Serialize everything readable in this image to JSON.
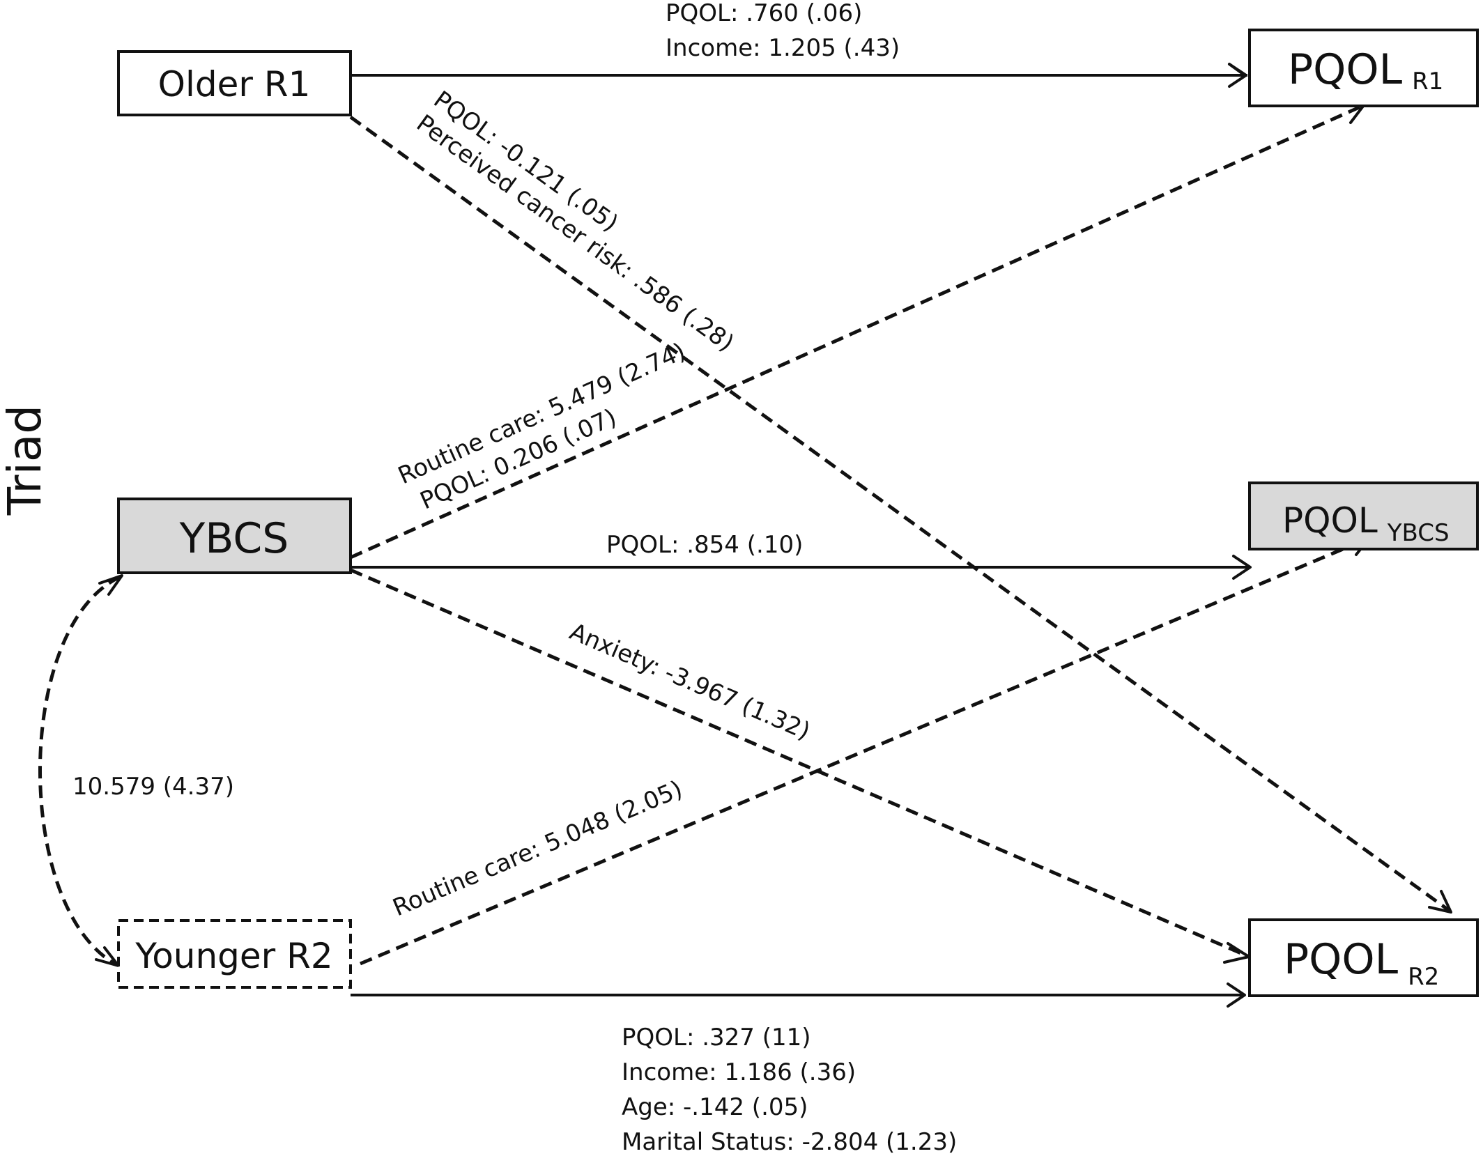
{
  "side_label": "Triad",
  "nodes": {
    "older_r1": {
      "label": "Older R1"
    },
    "ybcs": {
      "label": "YBCS",
      "fill": "#d9d9d9"
    },
    "younger_r2": {
      "label": "Younger R2"
    },
    "pqol_r1": {
      "main": "PQOL",
      "sub": "R1"
    },
    "pqol_ybcs": {
      "main": "PQOL",
      "sub": "YBCS",
      "fill": "#d9d9d9"
    },
    "pqol_r2": {
      "main": "PQOL",
      "sub": "R2"
    }
  },
  "edges": {
    "older_to_pqolr1": {
      "style": "solid",
      "labels": [
        "PQOL: .760 (.06)",
        "Income: 1.205 (.43)"
      ]
    },
    "older_to_pqolr2": {
      "style": "dashed",
      "labels": [
        "PQOL: -0.121 (.05)",
        "Perceived cancer risk: .586 (.28)"
      ]
    },
    "ybcs_to_pqolr1": {
      "style": "dashed",
      "labels": [
        "Routine care: 5.479 (2.74)",
        "PQOL: 0.206 (.07)"
      ]
    },
    "ybcs_to_pqolybcs": {
      "style": "solid",
      "labels": [
        "PQOL: .854 (.10)"
      ]
    },
    "ybcs_to_pqolr2": {
      "style": "dashed",
      "labels": [
        "Anxiety: -3.967 (1.32)"
      ]
    },
    "younger_to_pqolybcs": {
      "style": "dashed",
      "labels": [
        "Routine care: 5.048 (2.05)"
      ]
    },
    "younger_to_pqolr2": {
      "style": "solid",
      "labels": [
        "PQOL: .327 (11)",
        "Income: 1.186 (.36)",
        "Age: -.142 (.05)",
        "Marital Status: -2.804 (1.23)"
      ]
    },
    "ybcs_younger_covariance": {
      "style": "dashed",
      "labels": [
        "10.579 (4.37)"
      ]
    }
  }
}
